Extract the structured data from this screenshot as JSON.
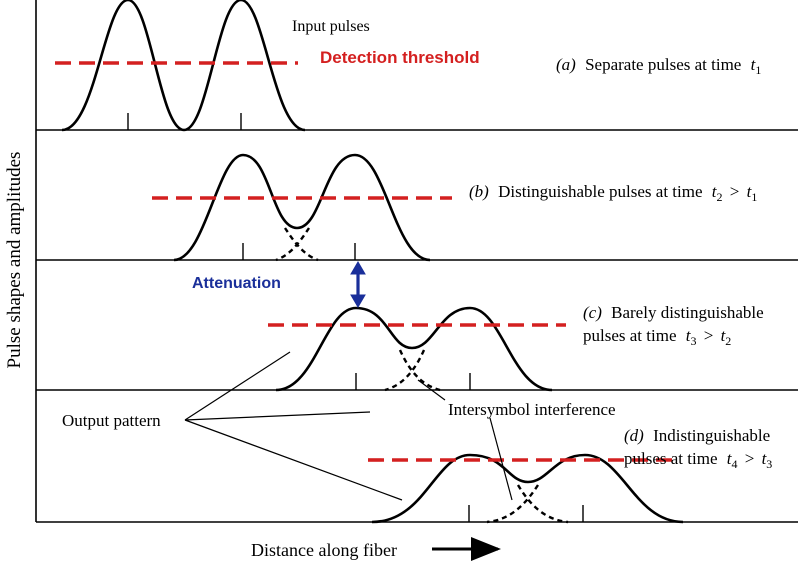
{
  "colors": {
    "threshold": "#d42020",
    "attenuation": "#1a2f9a",
    "ink": "#000000"
  },
  "labels": {
    "y_axis": "Pulse shapes and amplitudes",
    "x_axis": "Distance along fiber",
    "input_pulses": "Input pulses",
    "detection_threshold": "Detection threshold",
    "attenuation": "Attenuation",
    "output_pattern": "Output pattern",
    "intersymbol_interference": "Intersymbol interference"
  },
  "panels": {
    "a": {
      "tag": "(a)",
      "text": "Separate pulses at time",
      "var": "t",
      "sub": "1"
    },
    "b": {
      "tag": "(b)",
      "text": "Distinguishable pulses at time",
      "var1": "t",
      "sub1": "2",
      "rel": ">",
      "var2": "t",
      "sub2": "1"
    },
    "c": {
      "tag": "(c)",
      "line1": "Barely distinguishable",
      "line2": "pulses at time",
      "var1": "t",
      "sub1": "3",
      "rel": ">",
      "var2": "t",
      "sub2": "2"
    },
    "d": {
      "tag": "(d)",
      "line1": "Indistinguishable",
      "line2": "pulses at time",
      "var1": "t",
      "sub1": "4",
      "rel": ">",
      "var2": "t",
      "sub2": "3"
    }
  }
}
